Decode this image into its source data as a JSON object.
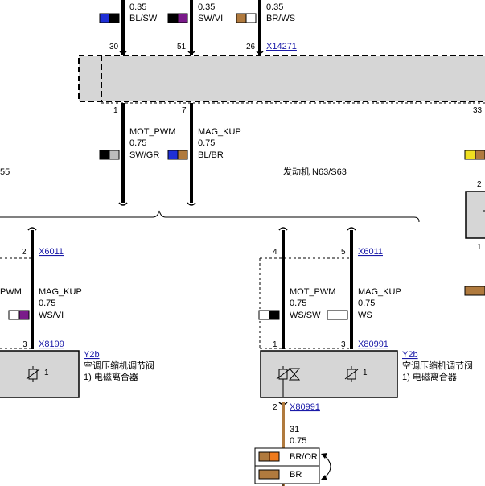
{
  "colors": {
    "black": "#000000",
    "white": "#ffffff",
    "blue": "#1f2fd6",
    "brown": "#b07a3e",
    "violet": "#7a1a8a",
    "grey": "#bdbdbd",
    "yellow": "#f0e020",
    "orange": "#ef7a1c",
    "box_fill": "#d6d6d6",
    "link": "#1a1aa8"
  },
  "top_wires": [
    {
      "section": "0.35",
      "color_code": "BL/SW",
      "pin": "30"
    },
    {
      "section": "0.35",
      "color_code": "SW/VI",
      "pin": "51"
    },
    {
      "section": "0.35",
      "color_code": "BR/WS",
      "pin": "26"
    }
  ],
  "control_unit": {
    "connector": "X14271",
    "pin_left": "1",
    "pin_mid": "7",
    "pin_right": "33"
  },
  "mid_wires": [
    {
      "signal": "MOT_PWM",
      "section": "0.75",
      "color_code": "SW/GR"
    },
    {
      "signal": "MAG_KUP",
      "section": "0.75",
      "color_code": "BL/BR"
    }
  ],
  "engine_label": "发动机 N63/S63",
  "left_partial_label": "55",
  "left_branch": {
    "connector": "X6011",
    "pin_top": "2",
    "partial_signal": "PWM",
    "signal": "MAG_KUP",
    "section": "0.75",
    "color_code": "WS/VI",
    "bottom_connector": "X8199",
    "pin_bottom": "3",
    "component_pin": "1",
    "component_id": "Y2b",
    "component_name": "空调压缩机调节阀",
    "component_sub": "1)  电磁离合器"
  },
  "right_branch": {
    "connector": "X6011",
    "pin_a": "4",
    "pin_b": "5",
    "signal_a": "MOT_PWM",
    "section_a": "0.75",
    "color_a": "WS/SW",
    "signal_b": "MAG_KUP",
    "section_b": "0.75",
    "color_b": "WS",
    "bottom_connector": "X80991",
    "pin_bottom_a": "1",
    "pin_bottom_b": "3",
    "component_pin": "1",
    "component_id": "Y2b",
    "component_name": "空调压缩机调节阀",
    "component_sub": "1)  电磁离合器",
    "ground_pin": "2",
    "ground_connector": "X80991",
    "ground_wire_num": "31",
    "ground_section": "0.75",
    "ground_color_a": "BR/OR",
    "ground_color_b": "BR"
  },
  "far_right": {
    "pin_top": "2",
    "pin_bottom": "1"
  }
}
